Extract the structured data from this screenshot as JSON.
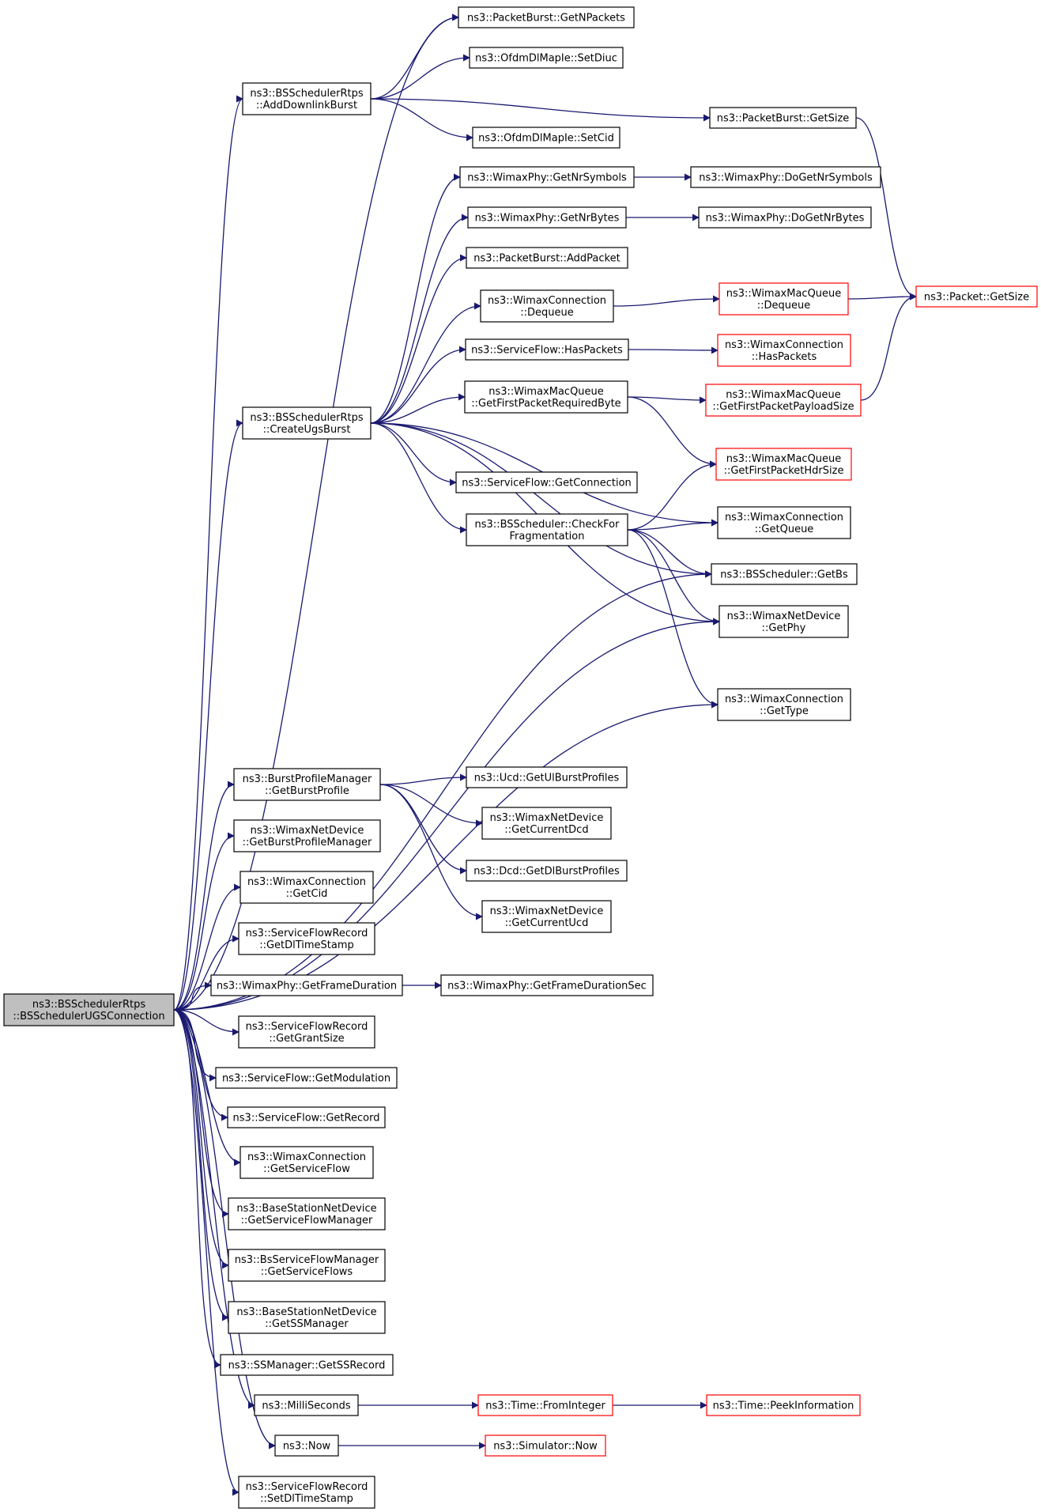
{
  "diagram": {
    "nodes": {
      "root": {
        "lines": [
          "ns3::BSSchedulerRtps",
          "::BSSchedulerUGSConnection"
        ],
        "style": "root"
      },
      "addDl": {
        "lines": [
          "ns3::BSSchedulerRtps",
          "::AddDownlinkBurst"
        ],
        "style": "normal"
      },
      "pbGetN": {
        "lines": [
          "ns3::PacketBurst::GetNPackets"
        ],
        "style": "normal"
      },
      "setDiuc": {
        "lines": [
          "ns3::OfdmDlMapIe::SetDiuc"
        ],
        "style": "normal"
      },
      "pbGetSize": {
        "lines": [
          "ns3::PacketBurst::GetSize"
        ],
        "style": "normal"
      },
      "setCid": {
        "lines": [
          "ns3::OfdmDlMapIe::SetCid"
        ],
        "style": "normal"
      },
      "createUgs": {
        "lines": [
          "ns3::BSSchedulerRtps",
          "::CreateUgsBurst"
        ],
        "style": "normal"
      },
      "nrSym": {
        "lines": [
          "ns3::WimaxPhy::GetNrSymbols"
        ],
        "style": "normal"
      },
      "doNrSym": {
        "lines": [
          "ns3::WimaxPhy::DoGetNrSymbols"
        ],
        "style": "normal"
      },
      "nrBytes": {
        "lines": [
          "ns3::WimaxPhy::GetNrBytes"
        ],
        "style": "normal"
      },
      "doNrBytes": {
        "lines": [
          "ns3::WimaxPhy::DoGetNrBytes"
        ],
        "style": "normal"
      },
      "addPkt": {
        "lines": [
          "ns3::PacketBurst::AddPacket"
        ],
        "style": "normal"
      },
      "wcDeq": {
        "lines": [
          "ns3::WimaxConnection",
          "::Dequeue"
        ],
        "style": "normal"
      },
      "mqDeq": {
        "lines": [
          "ns3::WimaxMacQueue",
          "::Dequeue"
        ],
        "style": "red"
      },
      "pktSize": {
        "lines": [
          "ns3::Packet::GetSize"
        ],
        "style": "red"
      },
      "sfHas": {
        "lines": [
          "ns3::ServiceFlow::HasPackets"
        ],
        "style": "normal"
      },
      "wcHas": {
        "lines": [
          "ns3::WimaxConnection",
          "::HasPackets"
        ],
        "style": "red"
      },
      "mqReq": {
        "lines": [
          "ns3::WimaxMacQueue",
          "::GetFirstPacketRequiredByte"
        ],
        "style": "normal"
      },
      "mqPay": {
        "lines": [
          "ns3::WimaxMacQueue",
          "::GetFirstPacketPayloadSize"
        ],
        "style": "red"
      },
      "mqHdr": {
        "lines": [
          "ns3::WimaxMacQueue",
          "::GetFirstPacketHdrSize"
        ],
        "style": "red"
      },
      "sfConn": {
        "lines": [
          "ns3::ServiceFlow::GetConnection"
        ],
        "style": "normal"
      },
      "bsFrag": {
        "lines": [
          "ns3::BSScheduler::CheckFor",
          "Fragmentation"
        ],
        "style": "normal"
      },
      "wcQueue": {
        "lines": [
          "ns3::WimaxConnection",
          "::GetQueue"
        ],
        "style": "normal"
      },
      "getBs": {
        "lines": [
          "ns3::BSScheduler::GetBs"
        ],
        "style": "normal"
      },
      "getPhy": {
        "lines": [
          "ns3::WimaxNetDevice",
          "::GetPhy"
        ],
        "style": "normal"
      },
      "wcType": {
        "lines": [
          "ns3::WimaxConnection",
          "::GetType"
        ],
        "style": "normal"
      },
      "bpmGet": {
        "lines": [
          "ns3::BurstProfileManager",
          "::GetBurstProfile"
        ],
        "style": "normal"
      },
      "ucdUl": {
        "lines": [
          "ns3::Ucd::GetUlBurstProfiles"
        ],
        "style": "normal"
      },
      "curDcd": {
        "lines": [
          "ns3::WimaxNetDevice",
          "::GetCurrentDcd"
        ],
        "style": "normal"
      },
      "dcdDl": {
        "lines": [
          "ns3::Dcd::GetDlBurstProfiles"
        ],
        "style": "normal"
      },
      "curUcd": {
        "lines": [
          "ns3::WimaxNetDevice",
          "::GetCurrentUcd"
        ],
        "style": "normal"
      },
      "wndBpm": {
        "lines": [
          "ns3::WimaxNetDevice",
          "::GetBurstProfileManager"
        ],
        "style": "normal"
      },
      "wcCid": {
        "lines": [
          "ns3::WimaxConnection",
          "::GetCid"
        ],
        "style": "normal"
      },
      "sfrDl": {
        "lines": [
          "ns3::ServiceFlowRecord",
          "::GetDlTimeStamp"
        ],
        "style": "normal"
      },
      "frameDur": {
        "lines": [
          "ns3::WimaxPhy::GetFrameDuration"
        ],
        "style": "normal"
      },
      "frameDurSec": {
        "lines": [
          "ns3::WimaxPhy::GetFrameDurationSec"
        ],
        "style": "normal"
      },
      "sfrGrant": {
        "lines": [
          "ns3::ServiceFlowRecord",
          "::GetGrantSize"
        ],
        "style": "normal"
      },
      "sfMod": {
        "lines": [
          "ns3::ServiceFlow::GetModulation"
        ],
        "style": "normal"
      },
      "sfRec": {
        "lines": [
          "ns3::ServiceFlow::GetRecord"
        ],
        "style": "normal"
      },
      "wcSf": {
        "lines": [
          "ns3::WimaxConnection",
          "::GetServiceFlow"
        ],
        "style": "normal"
      },
      "bsndSfm": {
        "lines": [
          "ns3::BaseStationNetDevice",
          "::GetServiceFlowManager"
        ],
        "style": "normal"
      },
      "bssfm": {
        "lines": [
          "ns3::BsServiceFlowManager",
          "::GetServiceFlows"
        ],
        "style": "normal"
      },
      "bsndSs": {
        "lines": [
          "ns3::BaseStationNetDevice",
          "::GetSSManager"
        ],
        "style": "normal"
      },
      "ssRec": {
        "lines": [
          "ns3::SSManager::GetSSRecord"
        ],
        "style": "normal"
      },
      "milli": {
        "lines": [
          "ns3::MilliSeconds"
        ],
        "style": "normal"
      },
      "fromInt": {
        "lines": [
          "ns3::Time::FromInteger"
        ],
        "style": "red"
      },
      "peek": {
        "lines": [
          "ns3::Time::PeekInformation"
        ],
        "style": "red"
      },
      "now": {
        "lines": [
          "ns3::Now"
        ],
        "style": "normal"
      },
      "simNow": {
        "lines": [
          "ns3::Simulator::Now"
        ],
        "style": "red"
      },
      "sfrSetDl": {
        "lines": [
          "ns3::ServiceFlowRecord",
          "::SetDlTimeStamp"
        ],
        "style": "normal"
      }
    },
    "edges": [
      [
        "root",
        "pbGetN"
      ],
      [
        "root",
        "addDl"
      ],
      [
        "root",
        "createUgs"
      ],
      [
        "root",
        "getBs"
      ],
      [
        "root",
        "getPhy"
      ],
      [
        "root",
        "wcType"
      ],
      [
        "root",
        "bpmGet"
      ],
      [
        "root",
        "wndBpm"
      ],
      [
        "root",
        "wcCid"
      ],
      [
        "root",
        "sfrDl"
      ],
      [
        "root",
        "frameDur"
      ],
      [
        "root",
        "sfrGrant"
      ],
      [
        "root",
        "sfMod"
      ],
      [
        "root",
        "sfRec"
      ],
      [
        "root",
        "wcSf"
      ],
      [
        "root",
        "bsndSfm"
      ],
      [
        "root",
        "bssfm"
      ],
      [
        "root",
        "bsndSs"
      ],
      [
        "root",
        "ssRec"
      ],
      [
        "root",
        "milli"
      ],
      [
        "root",
        "now"
      ],
      [
        "root",
        "sfrSetDl"
      ],
      [
        "addDl",
        "pbGetN"
      ],
      [
        "addDl",
        "setDiuc"
      ],
      [
        "addDl",
        "pbGetSize"
      ],
      [
        "addDl",
        "setCid"
      ],
      [
        "pbGetSize",
        "pktSize"
      ],
      [
        "createUgs",
        "nrSym"
      ],
      [
        "createUgs",
        "nrBytes"
      ],
      [
        "createUgs",
        "addPkt"
      ],
      [
        "createUgs",
        "wcDeq"
      ],
      [
        "createUgs",
        "sfHas"
      ],
      [
        "createUgs",
        "mqReq"
      ],
      [
        "createUgs",
        "sfConn"
      ],
      [
        "createUgs",
        "bsFrag"
      ],
      [
        "createUgs",
        "wcQueue"
      ],
      [
        "createUgs",
        "getBs"
      ],
      [
        "createUgs",
        "getPhy"
      ],
      [
        "nrSym",
        "doNrSym"
      ],
      [
        "nrBytes",
        "doNrBytes"
      ],
      [
        "wcDeq",
        "mqDeq"
      ],
      [
        "mqDeq",
        "pktSize"
      ],
      [
        "sfHas",
        "wcHas"
      ],
      [
        "mqReq",
        "mqPay"
      ],
      [
        "mqReq",
        "mqHdr"
      ],
      [
        "mqPay",
        "pktSize"
      ],
      [
        "bsFrag",
        "mqHdr"
      ],
      [
        "bsFrag",
        "wcQueue"
      ],
      [
        "bsFrag",
        "getBs"
      ],
      [
        "bsFrag",
        "getPhy"
      ],
      [
        "bsFrag",
        "wcType"
      ],
      [
        "bpmGet",
        "ucdUl"
      ],
      [
        "bpmGet",
        "curDcd"
      ],
      [
        "bpmGet",
        "dcdDl"
      ],
      [
        "bpmGet",
        "curUcd"
      ],
      [
        "frameDur",
        "frameDurSec"
      ],
      [
        "milli",
        "fromInt"
      ],
      [
        "fromInt",
        "peek"
      ],
      [
        "now",
        "simNow"
      ]
    ]
  }
}
